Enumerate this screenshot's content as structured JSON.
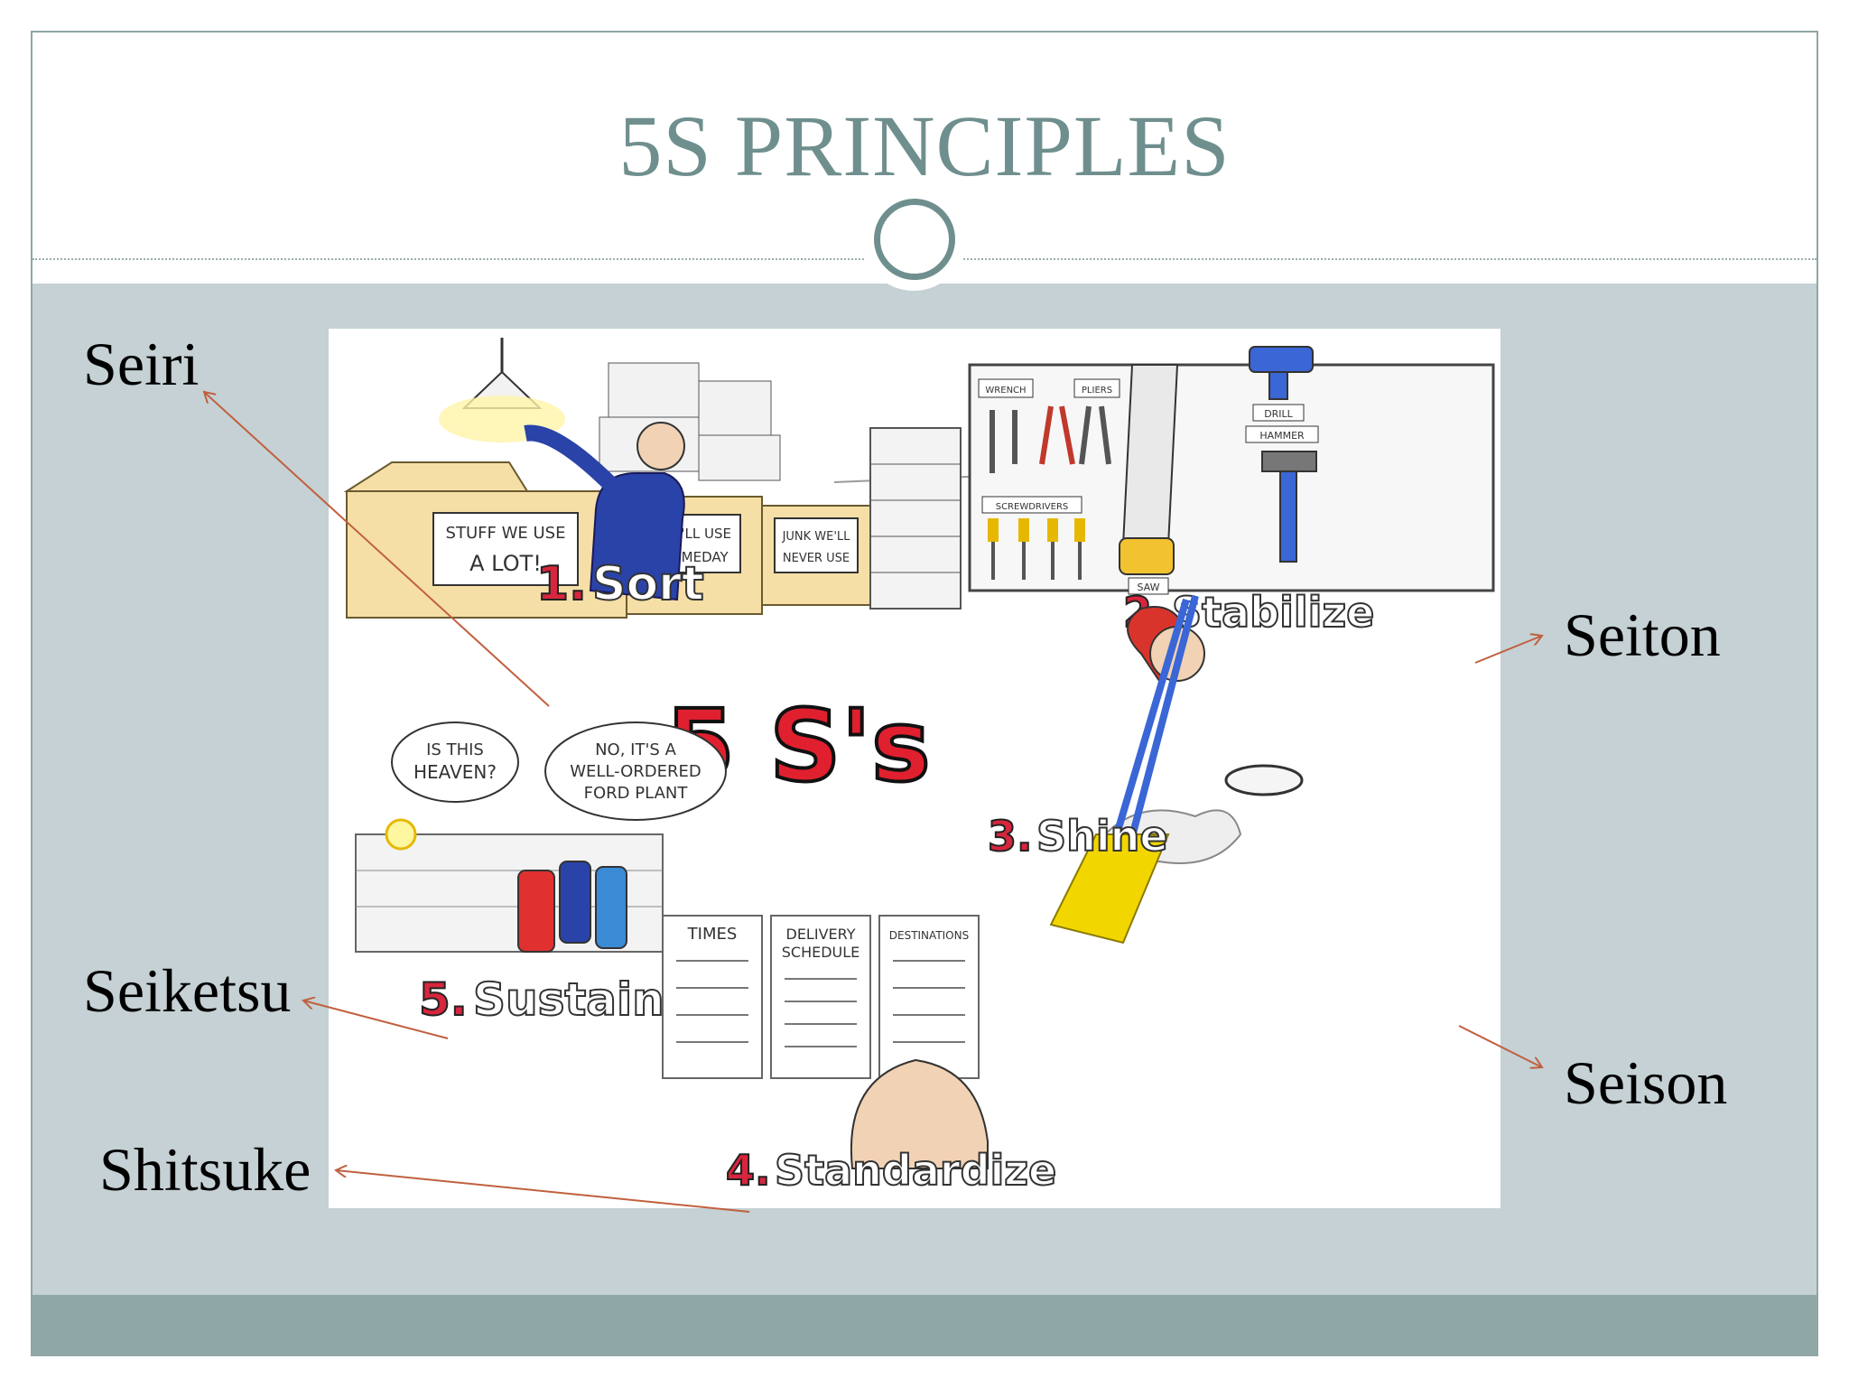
{
  "slide": {
    "title": "5S PRINCIPLES"
  },
  "illustration": {
    "center_text": "5 S's",
    "steps": [
      {
        "num": "1.",
        "name": "Sort"
      },
      {
        "num": "2.",
        "name": "Stabilize"
      },
      {
        "num": "3.",
        "name": "Shine"
      },
      {
        "num": "4.",
        "name": "Standardize"
      },
      {
        "num": "5.",
        "name": "Sustain"
      }
    ],
    "box_labels": {
      "box1_line1": "STUFF WE USE",
      "box1_line2": "A LOT!",
      "box2_line1": "WE'LL USE",
      "box2_line2": "SOMEDAY",
      "box3_line1": "JUNK WE'LL",
      "box3_line2": "NEVER USE"
    },
    "tool_labels": {
      "wrench": "WRENCH",
      "pliers": "PLIERS",
      "screwdrivers": "SCREWDRIVERS",
      "drill": "DRILL",
      "hammer": "HAMMER",
      "saw": "SAW"
    },
    "bubbles": {
      "left_line1": "IS THIS",
      "left_line2": "HEAVEN?",
      "right_line1": "NO, IT'S A",
      "right_line2": "WELL-ORDERED",
      "right_line3": "FORD PLANT"
    },
    "boards": {
      "times": "TIMES",
      "delivery_line1": "DELIVERY",
      "delivery_line2": "SCHEDULE",
      "destinations": "DESTINATIONS"
    }
  },
  "japanese_terms": {
    "seiri": "Seiri",
    "seiton": "Seiton",
    "seison": "Seison",
    "seiketsu": "Seiketsu",
    "shitsuke": "Shitsuke"
  },
  "colors": {
    "accent": "#6f8f8e",
    "content_bg": "#c5d1d4",
    "footer_bg": "#8fa7a6",
    "arrow": "#c0603f",
    "step_red": "#d7263d"
  }
}
